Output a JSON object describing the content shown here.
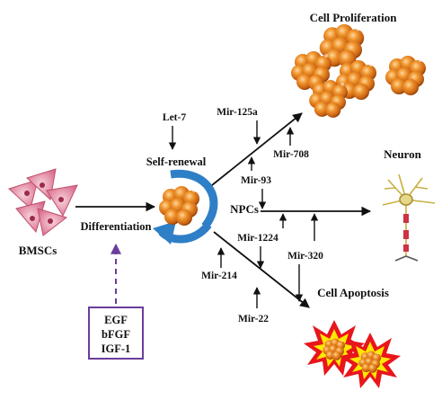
{
  "labels": {
    "cell_proliferation": "Cell Proliferation",
    "neuron": "Neuron",
    "cell_apoptosis": "Cell Apoptosis",
    "self_renewal": "Self-renewal",
    "npcs": "NPCs",
    "bmscs": "BMSCs",
    "differentiation": "Differentiation",
    "let7": "Let-7",
    "mir125a": "Mir-125a",
    "mir708": "Mir-708",
    "mir93": "Mir-93",
    "mir1224": "Mir-1224",
    "mir320": "Mir-320",
    "mir214": "Mir-214",
    "mir22": "Mir-22"
  },
  "factors": [
    "EGF",
    "bFGF",
    "IGF-1"
  ],
  "colors": {
    "cell_orange": "#d9741e",
    "cell_dark": "#8a3d08",
    "renewal_blue": "#2f7fc6",
    "factor_box": "#6a3d9a",
    "bmsc_pink": "#e8a0b4",
    "burst_red": "#e8161c",
    "burst_yellow": "#ffe800"
  }
}
